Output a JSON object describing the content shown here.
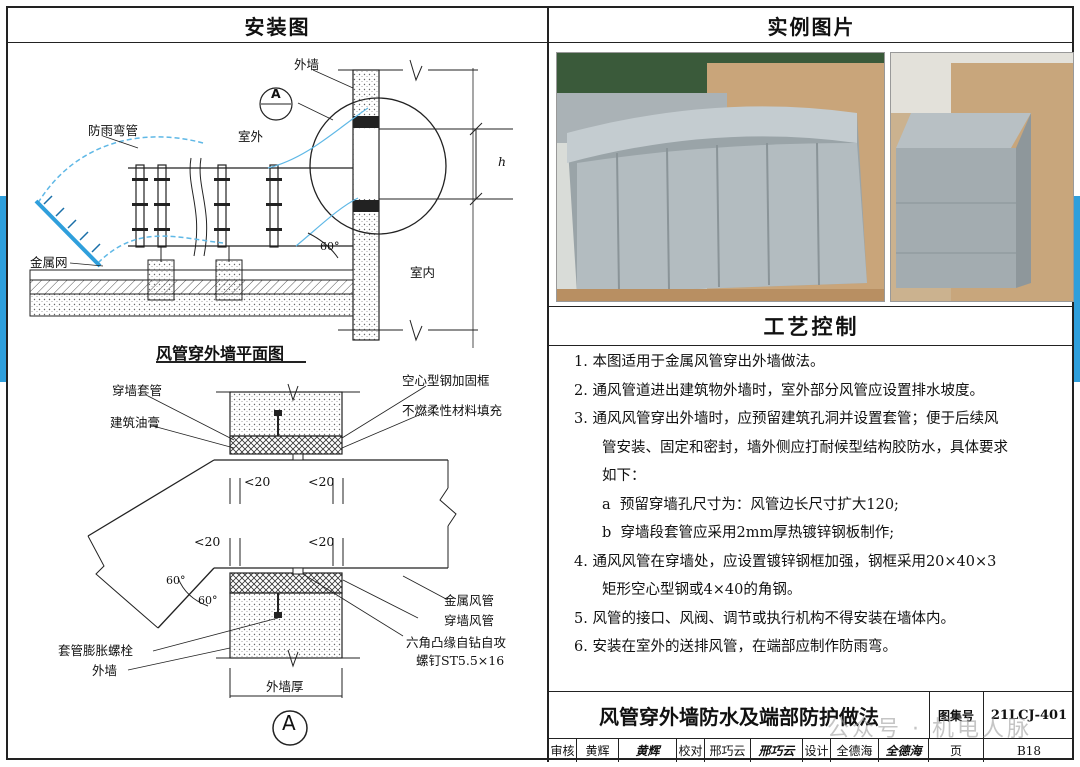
{
  "headers": {
    "install": "安装图",
    "photos": "实例图片",
    "process": "工艺控制"
  },
  "plan": {
    "caption": "风管穿外墙平面图",
    "labels": {
      "outer_wall": "外墙",
      "rain_elbow": "防雨弯管",
      "outdoor": "室外",
      "indoor": "室内",
      "metal_mesh": "金属网",
      "angle": "60°",
      "dim_h": "h",
      "section_A": "A"
    }
  },
  "detail": {
    "section_mark": "A",
    "labels": {
      "sleeve": "穿墙套管",
      "sealant": "建筑油膏",
      "hollow_steel": "空心型钢加固框",
      "filler": "不燃柔性材料填充",
      "gap1": "20",
      "gap2": "20",
      "gap3": "20",
      "gap4": "20",
      "angle_a": "60°",
      "angle_b": "60°",
      "metal_duct": "金属风管",
      "wall_duct": "穿墙风管",
      "screw1": "六角凸缘自钻自攻",
      "screw2": "螺钉ST5.5×16",
      "bolt": "套管膨胀螺栓",
      "outer_wall": "外墙",
      "wall_thick": "外墙厚"
    }
  },
  "notes": [
    {
      "num": "1.",
      "text": "本图适用于金属风管穿出外墙做法。"
    },
    {
      "num": "2.",
      "text": "通风管道进出建筑物外墙时，室外部分风管应设置排水坡度。"
    },
    {
      "num": "3.",
      "text": "通风风管穿出外墙时，应预留建筑孔洞并设置套管；便于后续风"
    },
    {
      "num": "",
      "text": "管安装、固定和密封，墙外侧应打耐候型结构胶防水，具体要求"
    },
    {
      "num": "",
      "text": "如下："
    },
    {
      "num": "a",
      "text": "预留穿墙孔尺寸为：风管边长尺寸扩大120;"
    },
    {
      "num": "b",
      "text": "穿墙段套管应采用2mm厚热镀锌钢板制作;"
    },
    {
      "num": "4.",
      "text": "通风风管在穿墙处，应设置镀锌钢框加强，钢框采用20×40×3"
    },
    {
      "num": "",
      "text": "矩形空心型钢或4×40的角钢。"
    },
    {
      "num": "5.",
      "text": "风管的接口、风阀、调节或执行机构不得安装在墙体内。"
    },
    {
      "num": "6.",
      "text": "安装在室外的送排风管，在端部应制作防雨弯。"
    }
  ],
  "titleblock": {
    "title": "风管穿外墙防水及端部防护做法",
    "atlas_label": "图集号",
    "atlas_no": "21LCJ-401",
    "review_label": "审核",
    "reviewer": "黄辉",
    "reviewer_sig": "黄辉",
    "check_label": "校对",
    "checker": "邢巧云",
    "checker_sig": "邢巧云",
    "design_label": "设计",
    "designer": "全德海",
    "designer_sig": "全德海",
    "page_label": "页",
    "page_no": "B18"
  },
  "watermark": "公众号 · 机电人脉",
  "colors": {
    "accent_blue": "#2f9fdc",
    "line": "#222222",
    "duct_blue": "#5fb8e6"
  }
}
